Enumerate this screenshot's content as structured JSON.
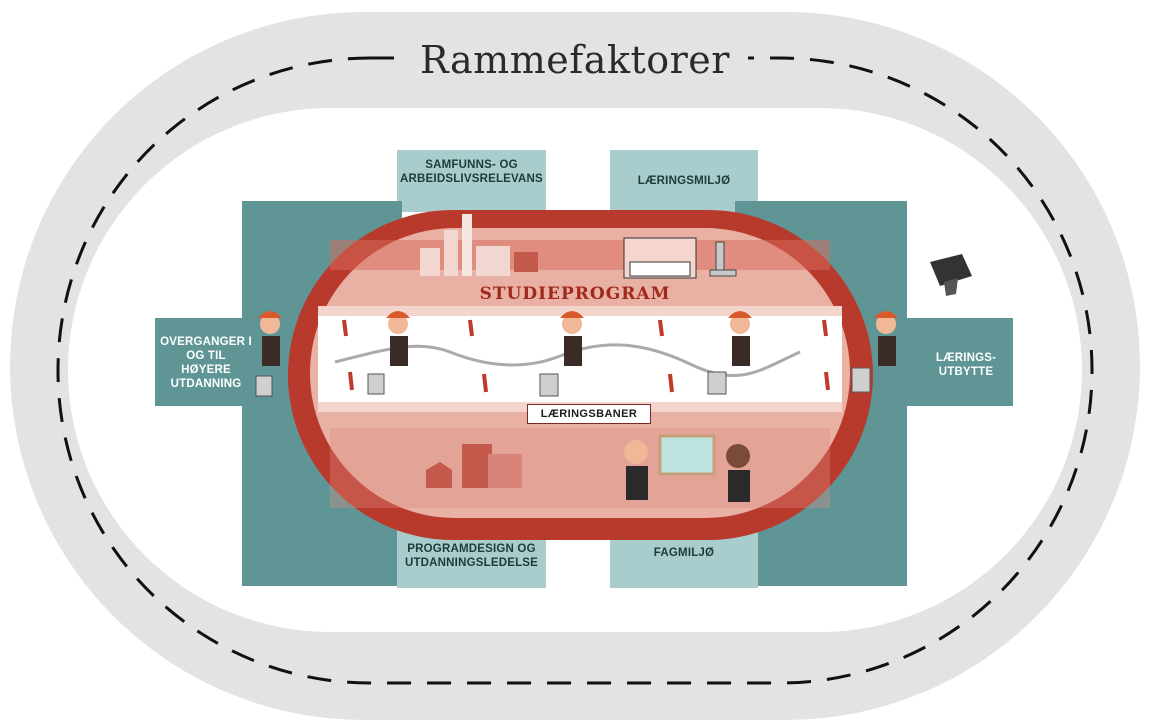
{
  "title": "Rammefaktorer",
  "colors": {
    "outer_ring": "#e3e3e3",
    "teal_dark": "#5f9595",
    "teal_light": "#a9cccc",
    "brick": "#b83a2c",
    "track_inner": "#e9b0a4",
    "lane": "#ffffff"
  },
  "panels": {
    "samfunn": "SAMFUNNS- OG ARBEIDSLIVSRELEVANS",
    "laeringsmiljo": "LÆRINGSMILJØ",
    "overganger": "OVERGANGER I OG TIL HØYERE UTDANNING",
    "laeringsutbytte": "LÆRINGS-UTBYTTE",
    "programdesign": "PROGRAMDESIGN OG UTDANNINGSLEDELSE",
    "fagmiljo": "FAGMILJØ"
  },
  "track": {
    "studieprogram": "STUDIEPROGRAM",
    "laeringsbaner": "LÆRINGSBANER"
  },
  "icons": [
    "factory-icon",
    "building-icon",
    "microscope-icon",
    "graduation-cap-icon",
    "student-figure-icon",
    "suitcase-icon",
    "teacher-icon",
    "whiteboard-icon",
    "blocks-icon"
  ]
}
